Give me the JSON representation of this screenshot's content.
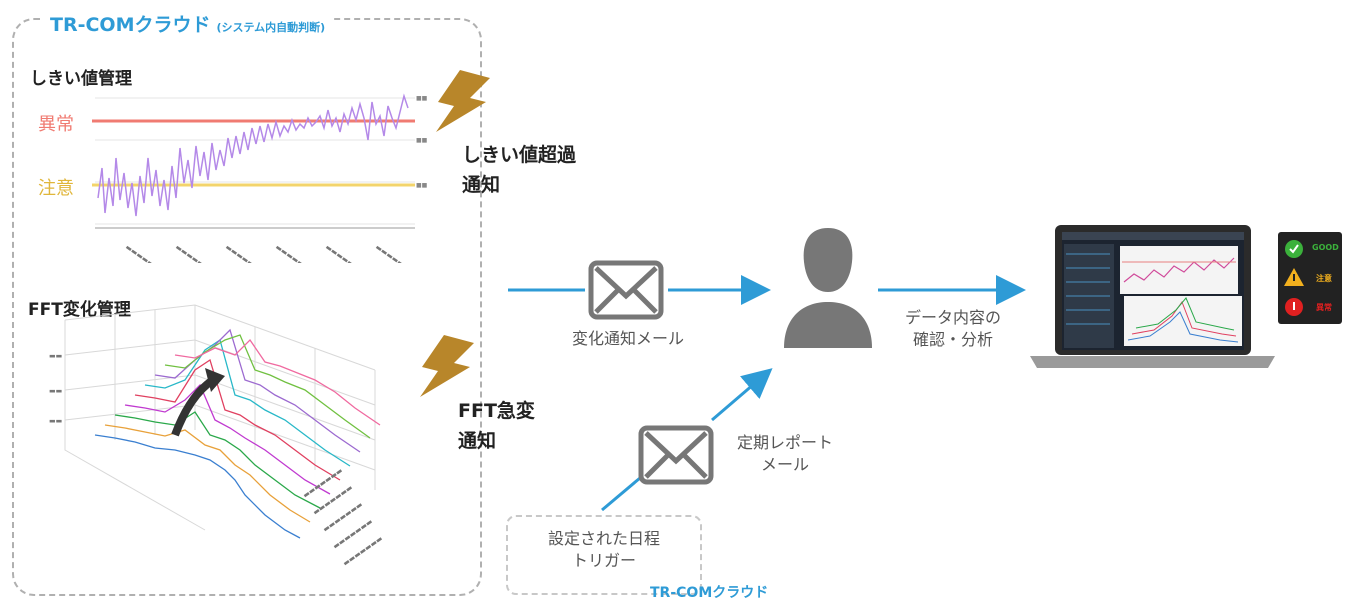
{
  "cloud": {
    "title": "TR-COMクラウド",
    "subtitle": "(システム内自動判断)"
  },
  "threshold": {
    "title": "しきい値管理",
    "label_abnormal": "異常",
    "label_caution": "注意",
    "colors": {
      "abnormal": "#f07b72",
      "caution": "#f3d46b",
      "line": "#b489e8"
    }
  },
  "fft": {
    "title": "FFT変化管理"
  },
  "notifications": {
    "threshold_line1": "しきい値超過",
    "threshold_line2": "通知",
    "fft_line1": "FFT急変",
    "fft_line2": "通知"
  },
  "flow": {
    "mail_change": "変化通知メール",
    "mail_periodic_line1": "定期レポート",
    "mail_periodic_line2": "メール",
    "data_check_line1": "データ内容の",
    "data_check_line2": "確認・分析",
    "trigger_line1": "設定された日程",
    "trigger_line2": "トリガー",
    "footer_cloud": "TR-COMクラウド"
  },
  "status_panel": {
    "items": [
      {
        "icon": "check-icon",
        "label": "GOOD",
        "color": "#3bb13b"
      },
      {
        "icon": "warning-icon",
        "label": "注意",
        "color": "#f2b01e"
      },
      {
        "icon": "alert-icon",
        "label": "異常",
        "color": "#e02020"
      }
    ]
  },
  "colors": {
    "accent": "#2e9bd6",
    "lightning": "#b8862a",
    "person": "#777777"
  }
}
